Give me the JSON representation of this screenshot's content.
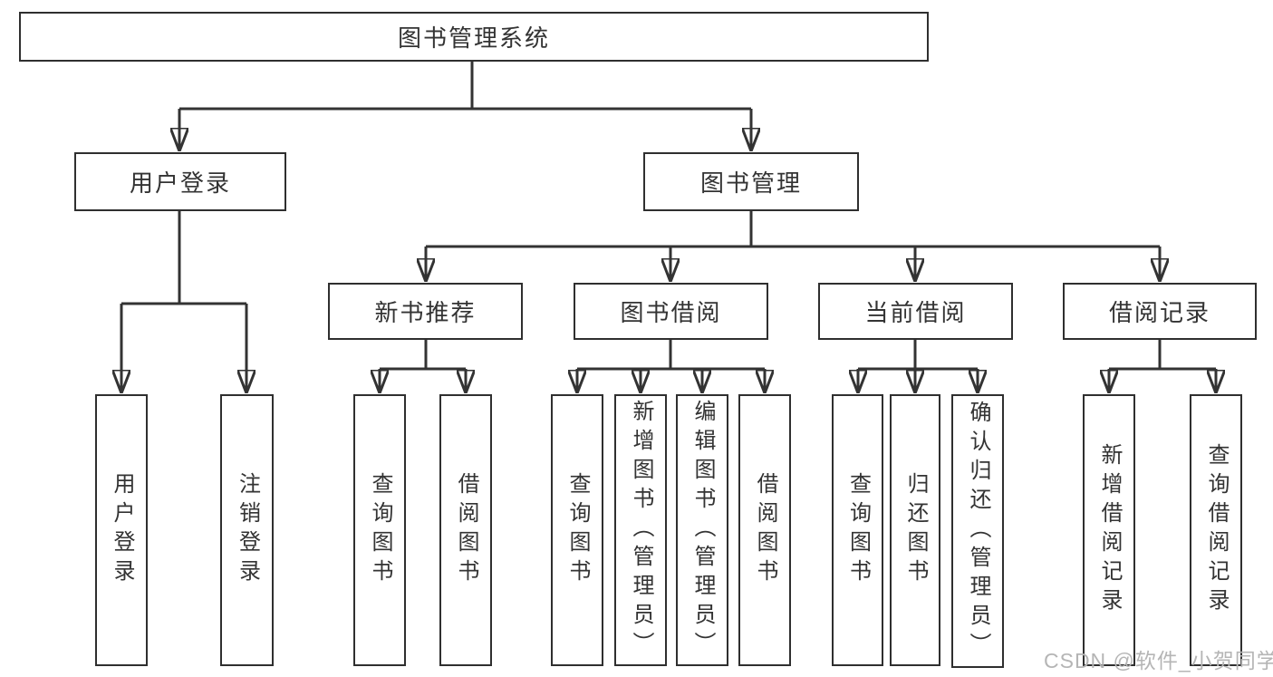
{
  "colors": {
    "background": "#ffffff",
    "line": "#333333",
    "box_border": "#2f2f2f",
    "text": "#333333",
    "watermark": "#b5b5b5"
  },
  "watermark": {
    "text": "CSDN @软件_小贺同学"
  },
  "tree": {
    "label": "图书管理系统",
    "children": [
      {
        "label": "用户登录",
        "children": [
          {
            "label": "用户登录"
          },
          {
            "label": "注销登录"
          }
        ]
      },
      {
        "label": "图书管理",
        "children": [
          {
            "label": "新书推荐",
            "children": [
              {
                "label": "查询图书"
              },
              {
                "label": "借阅图书"
              }
            ]
          },
          {
            "label": "图书借阅",
            "children": [
              {
                "label": "查询图书"
              },
              {
                "label": "新增图书（管理员）"
              },
              {
                "label": "编辑图书（管理员）"
              },
              {
                "label": "借阅图书"
              }
            ]
          },
          {
            "label": "当前借阅",
            "children": [
              {
                "label": "查询图书"
              },
              {
                "label": "归还图书"
              },
              {
                "label": "确认归还（管理员）"
              }
            ]
          },
          {
            "label": "借阅记录",
            "children": [
              {
                "label": "新增借阅记录"
              },
              {
                "label": "查询借阅记录"
              }
            ]
          }
        ]
      }
    ]
  }
}
